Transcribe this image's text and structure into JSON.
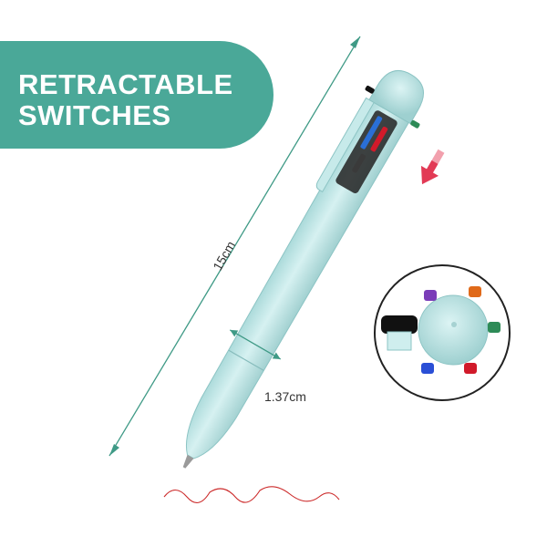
{
  "banner": {
    "line1": "RETRACTABLE",
    "line2": "SWITCHES",
    "color": "#4aa898"
  },
  "dimensions": {
    "length": "15cm",
    "diameter": "1.37cm",
    "line_color": "#3f9a86"
  },
  "pen": {
    "body_color": "#bfe6e6",
    "ink_colors": [
      "#000000",
      "#2a6fd6",
      "#d11a2a",
      "#2e8b57",
      "#e06a1a",
      "#7a3db8"
    ]
  },
  "icons": {
    "arrow": "down-left-arrow-icon",
    "arrow_color": "#e23a55"
  }
}
